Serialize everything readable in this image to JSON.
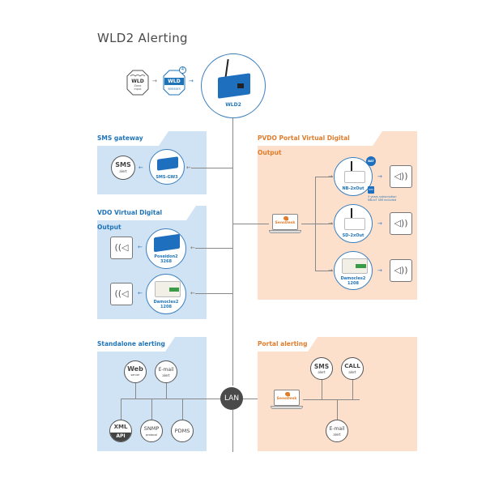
{
  "title": "WLD2 Alerting",
  "top": {
    "wld_zone": {
      "main": "WLD",
      "sub1": "Zone",
      "sub2": "input"
    },
    "wld_sensors": {
      "main": "WLD",
      "sub": "sensors",
      "count": "4"
    },
    "wld2_label": "WLD2",
    "arrow": "→"
  },
  "sms_gateway": {
    "heading": "SMS gateway",
    "sms_alert": {
      "main": "SMS",
      "sub": "alert"
    },
    "device_label": "SMS-GW3"
  },
  "vdo": {
    "heading": "VDO Virtual Digital Output",
    "devices": [
      {
        "label1": "Poseidon2",
        "label2": "3268"
      },
      {
        "label1": "Damocles2",
        "label2": "1208"
      }
    ],
    "speaker_glyph": "((◁"
  },
  "pvdo": {
    "heading": "PVDO Portal Virtual Digital Output",
    "senso_desk": "SensDesk",
    "devices": [
      {
        "label": "NB-2xOut"
      },
      {
        "label": "SD-2xOut"
      },
      {
        "label1": "Damocles2",
        "label2": "1208"
      }
    ],
    "bat_badge": "BAT",
    "sim_badge": "SIM",
    "subscription_note1": "3 years subscription",
    "subscription_note2": "NB-IoT SIM included",
    "speaker_glyph": "◁))"
  },
  "standalone": {
    "heading": "Standalone alerting",
    "web": {
      "main": "Web",
      "sub": "server"
    },
    "email": {
      "main": "E-mail",
      "sub": "alert"
    },
    "xml": {
      "main": "XML",
      "sub": "API"
    },
    "snmp": {
      "main": "SNMP",
      "sub": "protocol"
    },
    "pdms": {
      "main": "PDMS"
    }
  },
  "lan_label": "LAN",
  "portal": {
    "heading": "Portal alerting",
    "senso_desk": "SensDesk",
    "sms": {
      "main": "SMS",
      "sub": "alert"
    },
    "call": {
      "main": "CALL",
      "sub": "alert"
    },
    "email": {
      "main": "E-mail",
      "sub": "alert"
    }
  },
  "colors": {
    "blue_panel": "#cfe3f4",
    "peach_panel": "#fde0cc",
    "brand_blue": "#1f74b8",
    "brand_orange": "#e07c2c",
    "lan_dark": "#4a4a4a"
  }
}
